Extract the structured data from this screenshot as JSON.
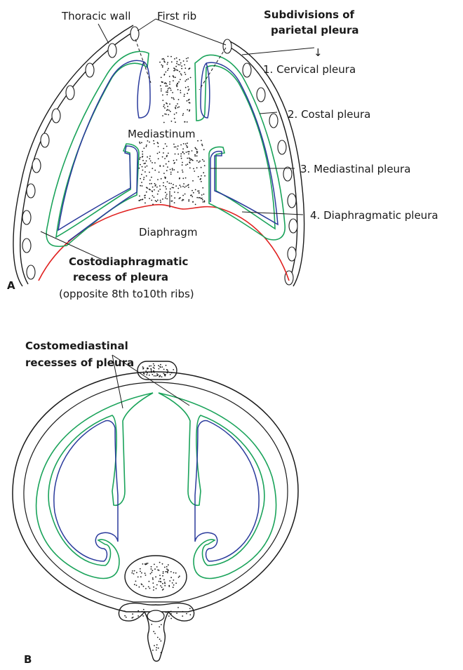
{
  "figure_a": {
    "panel_label": "A",
    "labels": {
      "thoracic_wall": "Thoracic wall",
      "first_rib": "First rib",
      "subdivisions_title_line1": "Subdivisions of",
      "subdivisions_title_line2": "parietal pleura",
      "subdivisions_arrow": "↓",
      "cervical": "1. Cervical pleura",
      "costal": "2. Costal pleura",
      "mediastinal": "3. Mediastinal pleura",
      "diaphragmatic": "4. Diaphragmatic pleura",
      "mediastinum": "Mediastinum",
      "diaphragm": "Diaphragm",
      "recess_line1": "Costodiaphragmatic",
      "recess_line2": "recess of pleura",
      "recess_line3": "(opposite 8th to10th ribs)"
    }
  },
  "figure_b": {
    "panel_label": "B",
    "labels": {
      "costomediastinal_line1": "Costomediastinal",
      "costomediastinal_line2": "recesses of pleura"
    }
  },
  "colors": {
    "parietal_pleura": "#1aa35a",
    "visceral_pleura": "#2a3a9c",
    "diaphragm": "#e0201f",
    "outline": "#1a1a1a"
  }
}
